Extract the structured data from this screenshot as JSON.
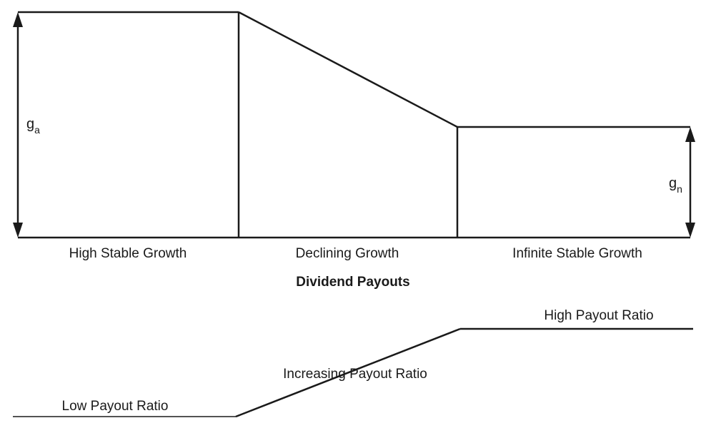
{
  "growth_diagram": {
    "high_growth_symbol": "g",
    "high_growth_subscript": "a",
    "stable_growth_symbol": "g",
    "stable_growth_subscript": "n",
    "stages": {
      "high_stable": "High Stable Growth",
      "declining": "Declining Growth",
      "infinite_stable": "Infinite Stable Growth"
    }
  },
  "payout_diagram": {
    "heading": "Dividend Payouts",
    "low": "Low Payout Ratio",
    "increasing": "Increasing Payout Ratio",
    "high": "High Payout Ratio"
  }
}
